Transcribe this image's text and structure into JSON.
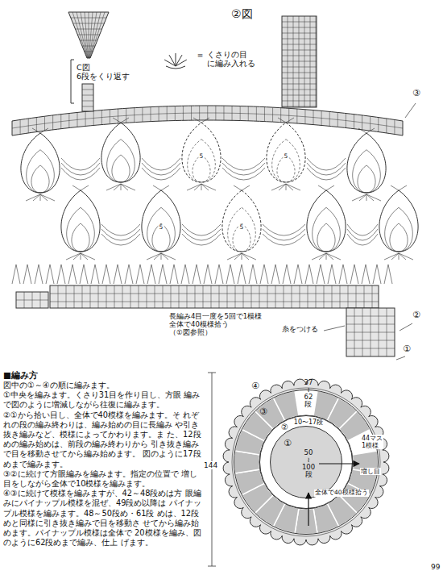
{
  "diagram": {
    "title": "②図",
    "nodes": [
      {
        "text": [
          "④",
          "37 ≀ 62 段"
        ]
      },
      {
        "text": [
          "③",
          "44マス 1模様"
        ],
        "in": 0
      },
      {
        "text": [
          "②",
          "10〜17段"
        ],
        "in": 1
      },
      {
        "text": [
          "①",
          "50 ≀ 100 段"
        ],
        "in": 2
      }
    ],
    "labels": [
      "＝",
      "C図 6段をくり返す",
      "5",
      "5",
      "5",
      "5",
      "長編み4目一度を5回で1模様 全体で40模様拾う （①図参照）",
      "糸をつける",
      "③",
      "②",
      "①",
      "■編み方",
      "図中の①～④の順に編みます。",
      "①中央を編みます。くさり31目を作り目し、方眼 編みで図のように増減しながら往復に編みます。",
      "②①から拾い目し、全体で40模様を編みます。そ れぞれの段の編み終わりは、編み始めの目に長編み や引き抜き編みなど、模様によってかわります。ま た、12段めの編み始めは、前段の編み終わりから 引き抜き編みで目を移動させてから編み始めます。 図のように17段めまで編みます。",
      "③②に続けて方眼編みを編みます。指定の位置で 増し目をしながら全体で10模様を編みます。",
      "④③に続けて模様を編みますが、42～48段めは方 眼編みにパイナップル模様を混ぜ、49段め以降は パイナップル模様を編みます。48～50段め・61段 めは、12段めと同様に引き抜き編みで目を移動さ せてから編み始めます。パイナップル模様は全体で 20模様を編み、図のように62段めまで編み、仕上 げます。",
      "144",
      "増し目",
      "全体で40模様拾う",
      "99"
    ],
    "legend": [
      {
        "text": "くさりの目 に編み入れる"
      }
    ]
  }
}
